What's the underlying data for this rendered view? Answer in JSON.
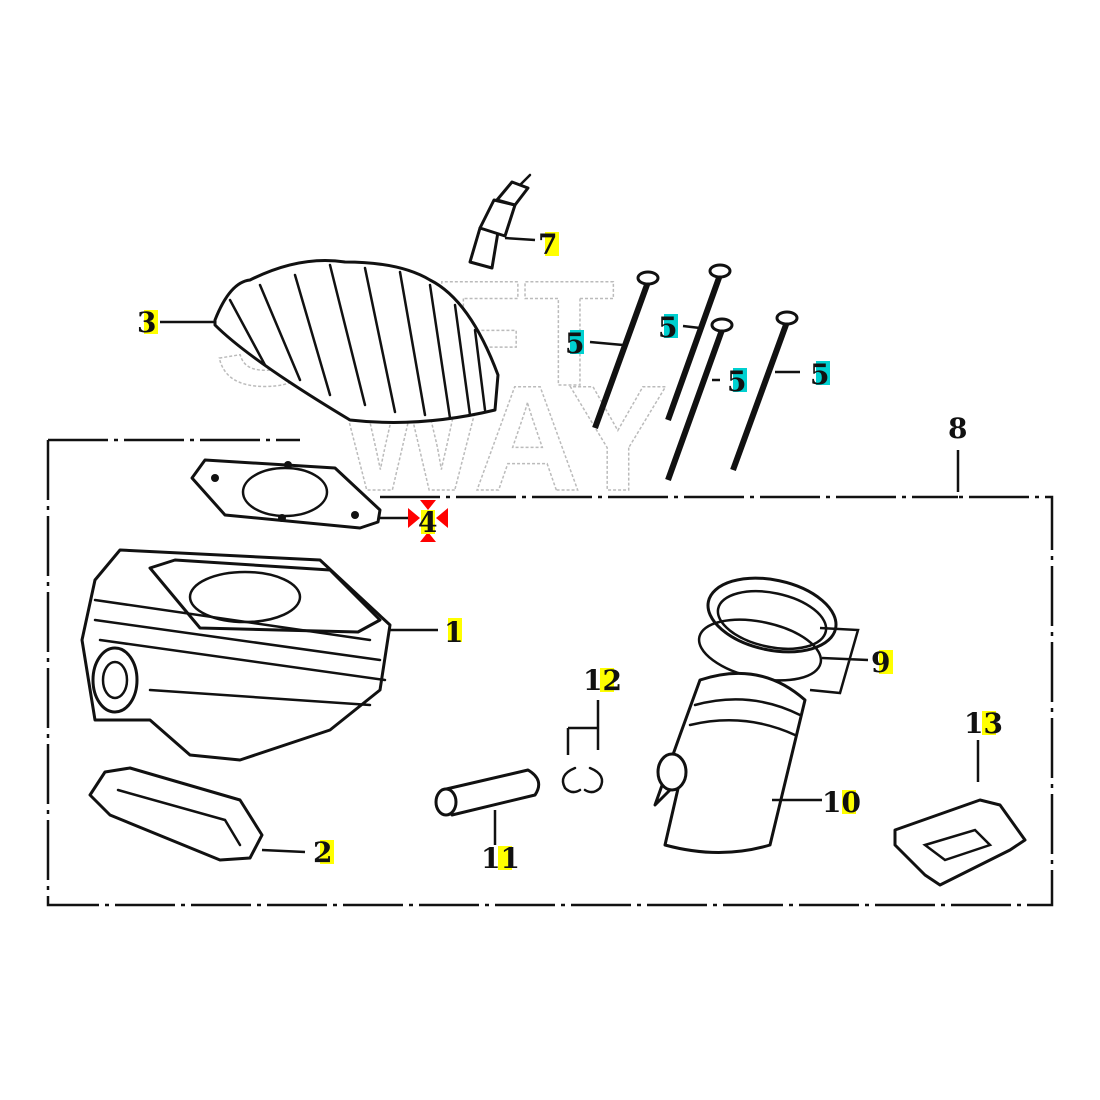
{
  "watermark": {
    "line1": "SOFT",
    "line2": "WAY"
  },
  "colors": {
    "label_highlight": "#ffff00",
    "bolt_highlight": "#00d0d0",
    "marker": "#ff0000"
  },
  "labels": [
    {
      "id": "1",
      "text": "1",
      "part": "cylinder",
      "highlight": "yellow"
    },
    {
      "id": "2",
      "text": "2",
      "part": "base-gasket",
      "highlight": "yellow"
    },
    {
      "id": "3",
      "text": "3",
      "part": "cylinder-head",
      "highlight": "yellow"
    },
    {
      "id": "4",
      "text": "4",
      "part": "head-gasket",
      "highlight": "yellow",
      "marker": "red-cross"
    },
    {
      "id": "5a",
      "text": "5",
      "part": "stud-bolt",
      "highlight": "cyan"
    },
    {
      "id": "5b",
      "text": "5",
      "part": "stud-bolt",
      "highlight": "cyan"
    },
    {
      "id": "5c",
      "text": "5",
      "part": "stud-bolt",
      "highlight": "cyan"
    },
    {
      "id": "5d",
      "text": "5",
      "part": "stud-bolt",
      "highlight": "cyan"
    },
    {
      "id": "7",
      "text": "7",
      "part": "spark-plug",
      "highlight": "yellow"
    },
    {
      "id": "8",
      "text": "8",
      "part": "cylinder-kit-group",
      "highlight": "none"
    },
    {
      "id": "9",
      "text": "9",
      "part": "piston-rings",
      "highlight": "yellow"
    },
    {
      "id": "10",
      "text": "10",
      "part": "piston",
      "highlight": "yellow"
    },
    {
      "id": "11",
      "text": "11",
      "part": "piston-pin",
      "highlight": "yellow"
    },
    {
      "id": "12",
      "text": "12",
      "part": "circlips",
      "highlight": "yellow"
    },
    {
      "id": "13",
      "text": "13",
      "part": "intake-gasket",
      "highlight": "yellow"
    }
  ]
}
